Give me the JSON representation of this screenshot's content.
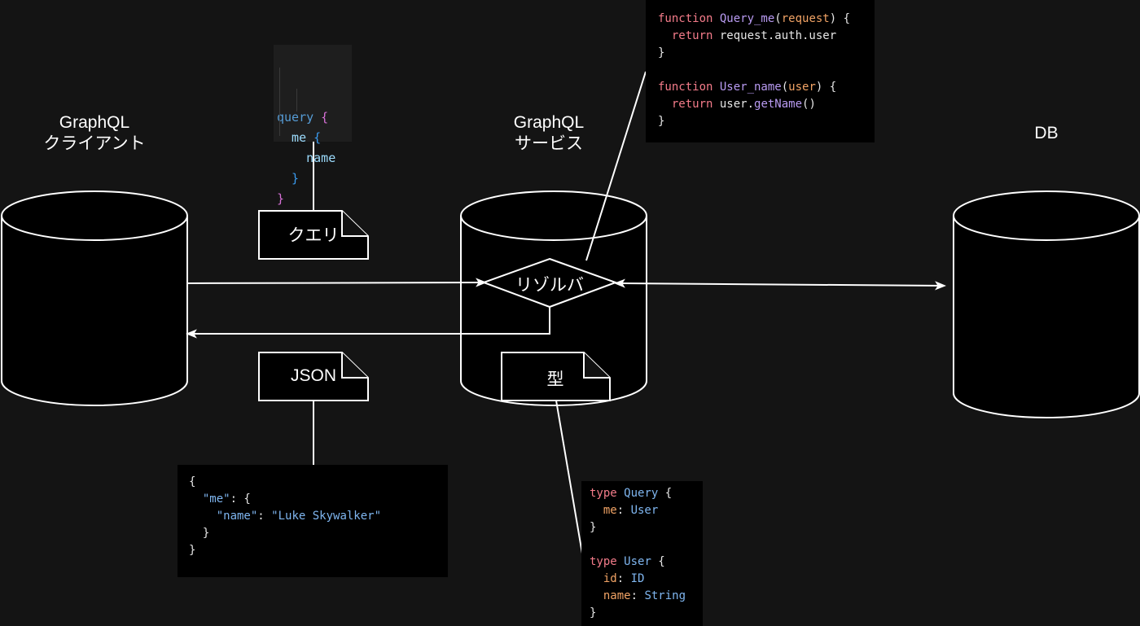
{
  "nodes": {
    "client": {
      "label_line1": "GraphQL",
      "label_line2": "クライアント"
    },
    "service": {
      "label_line1": "GraphQL",
      "label_line2": "サービス"
    },
    "db": {
      "label": "DB"
    }
  },
  "documents": {
    "query": "クエリ",
    "json": "JSON",
    "type": "型"
  },
  "resolver": {
    "label": "リゾルバ"
  },
  "code_blocks": {
    "query": {
      "lines": [
        [
          {
            "t": "query",
            "c": "k-vsblue"
          },
          {
            "t": " {",
            "c": "k-pink"
          }
        ],
        [
          {
            "t": "  me",
            "c": "k-cyan"
          },
          {
            "t": " {",
            "c": "k-brace-blue"
          }
        ],
        [
          {
            "t": "    name",
            "c": "k-cyan"
          }
        ],
        [
          {
            "t": "  }",
            "c": "k-brace-blue"
          }
        ],
        [
          {
            "t": "}",
            "c": "k-pink"
          }
        ]
      ]
    },
    "resolver": {
      "lines": [
        [
          {
            "t": "function ",
            "c": "k-red"
          },
          {
            "t": "Query_me",
            "c": "k-purple"
          },
          {
            "t": "(",
            "c": "k-white"
          },
          {
            "t": "request",
            "c": "k-orange"
          },
          {
            "t": ") {",
            "c": "k-white"
          }
        ],
        [
          {
            "t": "  return ",
            "c": "k-red"
          },
          {
            "t": "request.auth.user",
            "c": "k-white"
          }
        ],
        [
          {
            "t": "}",
            "c": "k-white"
          }
        ],
        [
          {
            "t": "",
            "c": "k-white"
          }
        ],
        [
          {
            "t": "function ",
            "c": "k-red"
          },
          {
            "t": "User_name",
            "c": "k-purple"
          },
          {
            "t": "(",
            "c": "k-white"
          },
          {
            "t": "user",
            "c": "k-orange"
          },
          {
            "t": ") {",
            "c": "k-white"
          }
        ],
        [
          {
            "t": "  return ",
            "c": "k-red"
          },
          {
            "t": "user.",
            "c": "k-white"
          },
          {
            "t": "getName",
            "c": "k-purple"
          },
          {
            "t": "()",
            "c": "k-white"
          }
        ],
        [
          {
            "t": "}",
            "c": "k-white"
          }
        ]
      ]
    },
    "json": {
      "lines": [
        [
          {
            "t": "{",
            "c": "k-white"
          }
        ],
        [
          {
            "t": "  ",
            "c": "k-white"
          },
          {
            "t": "\"me\"",
            "c": "k-blue"
          },
          {
            "t": ": {",
            "c": "k-white"
          }
        ],
        [
          {
            "t": "    ",
            "c": "k-white"
          },
          {
            "t": "\"name\"",
            "c": "k-blue"
          },
          {
            "t": ": ",
            "c": "k-white"
          },
          {
            "t": "\"Luke Skywalker\"",
            "c": "k-blue"
          }
        ],
        [
          {
            "t": "  }",
            "c": "k-white"
          }
        ],
        [
          {
            "t": "}",
            "c": "k-white"
          }
        ]
      ]
    },
    "schema": {
      "lines": [
        [
          {
            "t": "type ",
            "c": "k-red"
          },
          {
            "t": "Query",
            "c": "k-blue"
          },
          {
            "t": " {",
            "c": "k-white"
          }
        ],
        [
          {
            "t": "  me",
            "c": "k-orange"
          },
          {
            "t": ": ",
            "c": "k-white"
          },
          {
            "t": "User",
            "c": "k-blue"
          }
        ],
        [
          {
            "t": "}",
            "c": "k-white"
          }
        ],
        [
          {
            "t": "",
            "c": "k-white"
          }
        ],
        [
          {
            "t": "type ",
            "c": "k-red"
          },
          {
            "t": "User",
            "c": "k-blue"
          },
          {
            "t": " {",
            "c": "k-white"
          }
        ],
        [
          {
            "t": "  id",
            "c": "k-orange"
          },
          {
            "t": ": ",
            "c": "k-white"
          },
          {
            "t": "ID",
            "c": "k-blue"
          }
        ],
        [
          {
            "t": "  name",
            "c": "k-orange"
          },
          {
            "t": ": ",
            "c": "k-white"
          },
          {
            "t": "String",
            "c": "k-blue"
          }
        ],
        [
          {
            "t": "}",
            "c": "k-white"
          }
        ]
      ]
    }
  },
  "colors": {
    "background": "#141414",
    "shape_fill": "#000000",
    "stroke": "#ffffff"
  }
}
